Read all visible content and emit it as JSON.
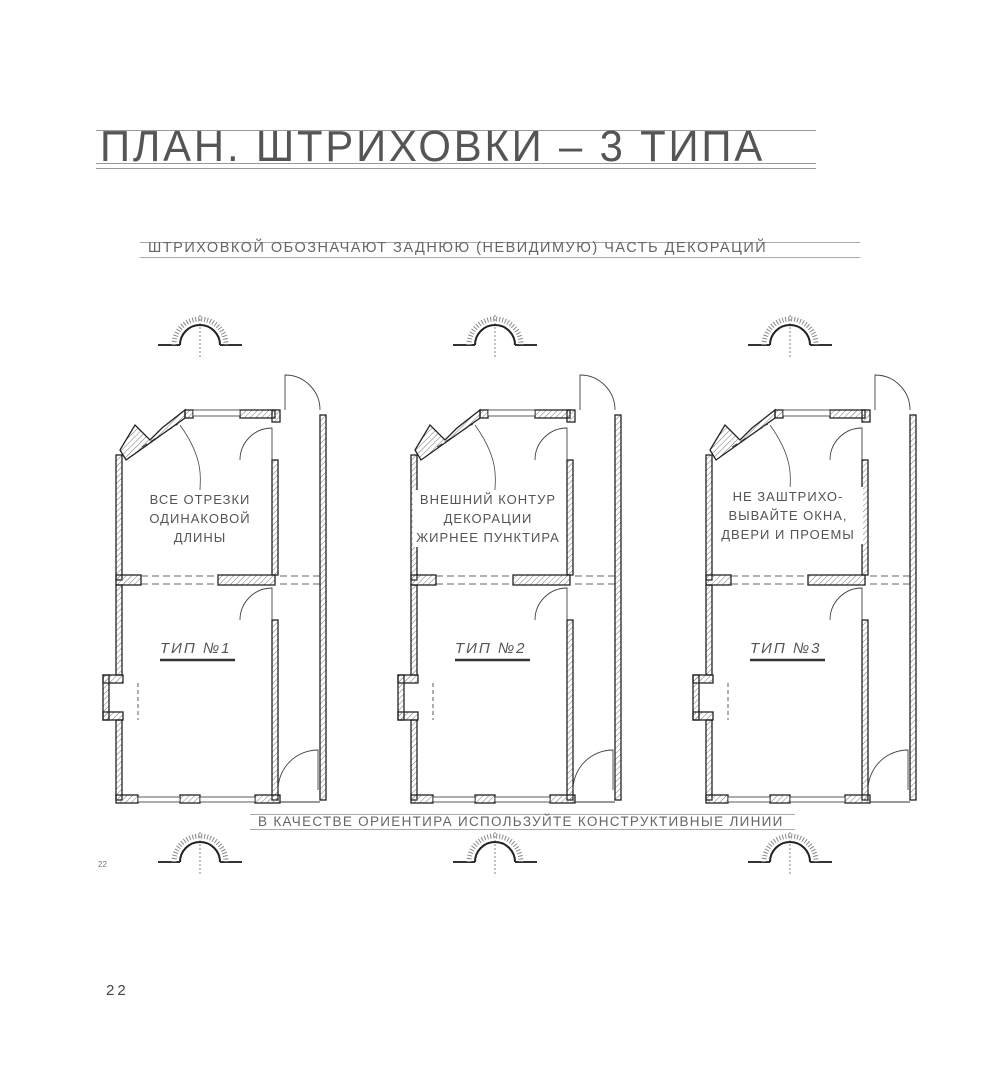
{
  "title": "ПЛАН. ШТРИХОВКИ – 3 ТИПА",
  "subtitle": "ШТРИХОВКОЙ ОБОЗНАЧАЮТ ЗАДНЮЮ (НЕВИДИМУЮ) ЧАСТЬ ДЕКОРАЦИЙ",
  "plans": [
    {
      "label": "ТИП №1",
      "note": [
        "ВСЕ ОТРЕЗКИ",
        "ОДИНАКОВОЙ",
        "ДЛИНЫ"
      ]
    },
    {
      "label": "ТИП №2",
      "note": [
        "ВНЕШНИЙ КОНТУР",
        "ДЕКОРАЦИИ",
        "ЖИРНЕЕ ПУНКТИРА"
      ]
    },
    {
      "label": "ТИП №3",
      "note": [
        "НЕ ЗАШТРИХО-",
        "ВЫВАЙТЕ ОКНА,",
        "ДВЕРИ И ПРОЕМЫ"
      ]
    }
  ],
  "bottom_note": "В КАЧЕСТВЕ ОРИЕНТИРА ИСПОЛЬЗУЙТЕ КОНСТРУКТИВНЫЕ ЛИНИИ",
  "small_page_number": "22",
  "page_number": "22"
}
